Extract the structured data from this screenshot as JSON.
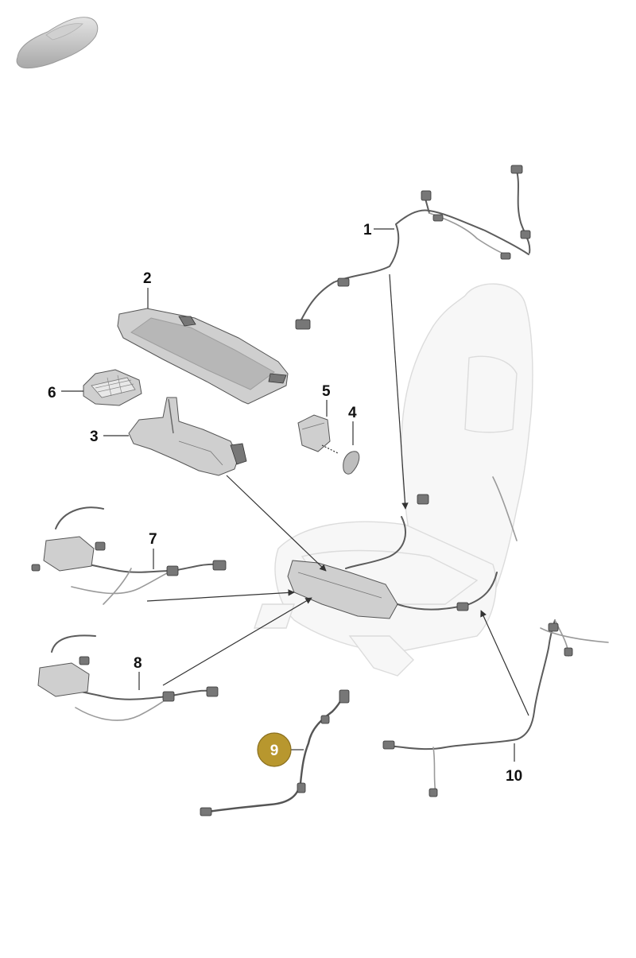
{
  "callouts": {
    "c1": "1",
    "c2": "2",
    "c3": "3",
    "c4": "4",
    "c5": "5",
    "c6": "6",
    "c7": "7",
    "c8": "8",
    "c9": "9",
    "c10": "10"
  },
  "icons": {
    "car": "car-silhouette-icon"
  },
  "colors": {
    "highlight": "#b8972e",
    "highlight_text": "#ffffff",
    "callout_text": "#111111"
  },
  "highlighted_part": "9"
}
